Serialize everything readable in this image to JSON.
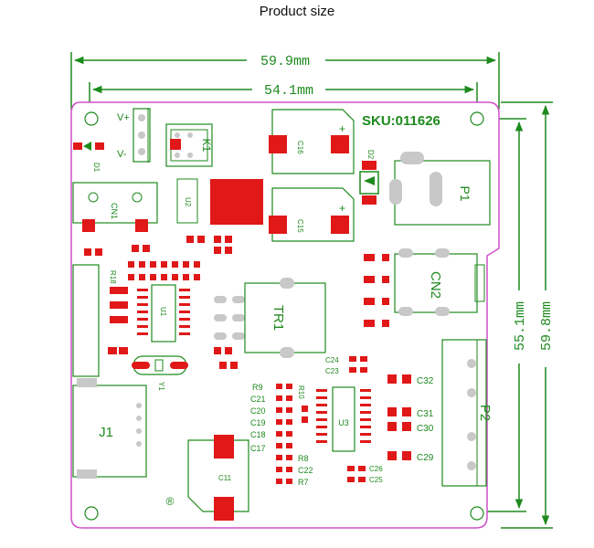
{
  "title": "Product size",
  "dimensions": {
    "top_outer": "59.9mm",
    "top_inner": "54.1mm",
    "right_inner": "55.1mm",
    "right_outer": "59.8mm"
  },
  "sku": "SKU:011626",
  "colors": {
    "board_outline": "#d04fc8",
    "silk": "#1e8a1e",
    "pad": "#e01818",
    "mount": "#c8c8c8",
    "dim_line": "#1e8a1e"
  },
  "labels": {
    "vplus": "V+",
    "vminus": "V-",
    "k1": "K1",
    "d1": "D1",
    "cn1": "CN1",
    "u2": "U2",
    "c16": "C16",
    "c15": "C15",
    "d2": "D2",
    "p1": "P1",
    "r18": "R18",
    "u1": "U1",
    "y1": "Y1",
    "tr1": "TR1",
    "cn2": "CN2",
    "j1": "J1",
    "p2": "P2",
    "u3": "U3",
    "c11": "C11",
    "r9": "R9",
    "c21": "C21",
    "c20": "C20",
    "c19": "C19",
    "c18": "C18",
    "c17": "C17",
    "r10": "R10",
    "r8": "R8",
    "c22": "C22",
    "r7": "R7",
    "c24": "C24",
    "c23": "C23",
    "c32": "C32",
    "c31": "C31",
    "c30": "C30",
    "c29": "C29",
    "c26": "C26",
    "c25": "C25",
    "plus": "+",
    "registered": "®"
  }
}
